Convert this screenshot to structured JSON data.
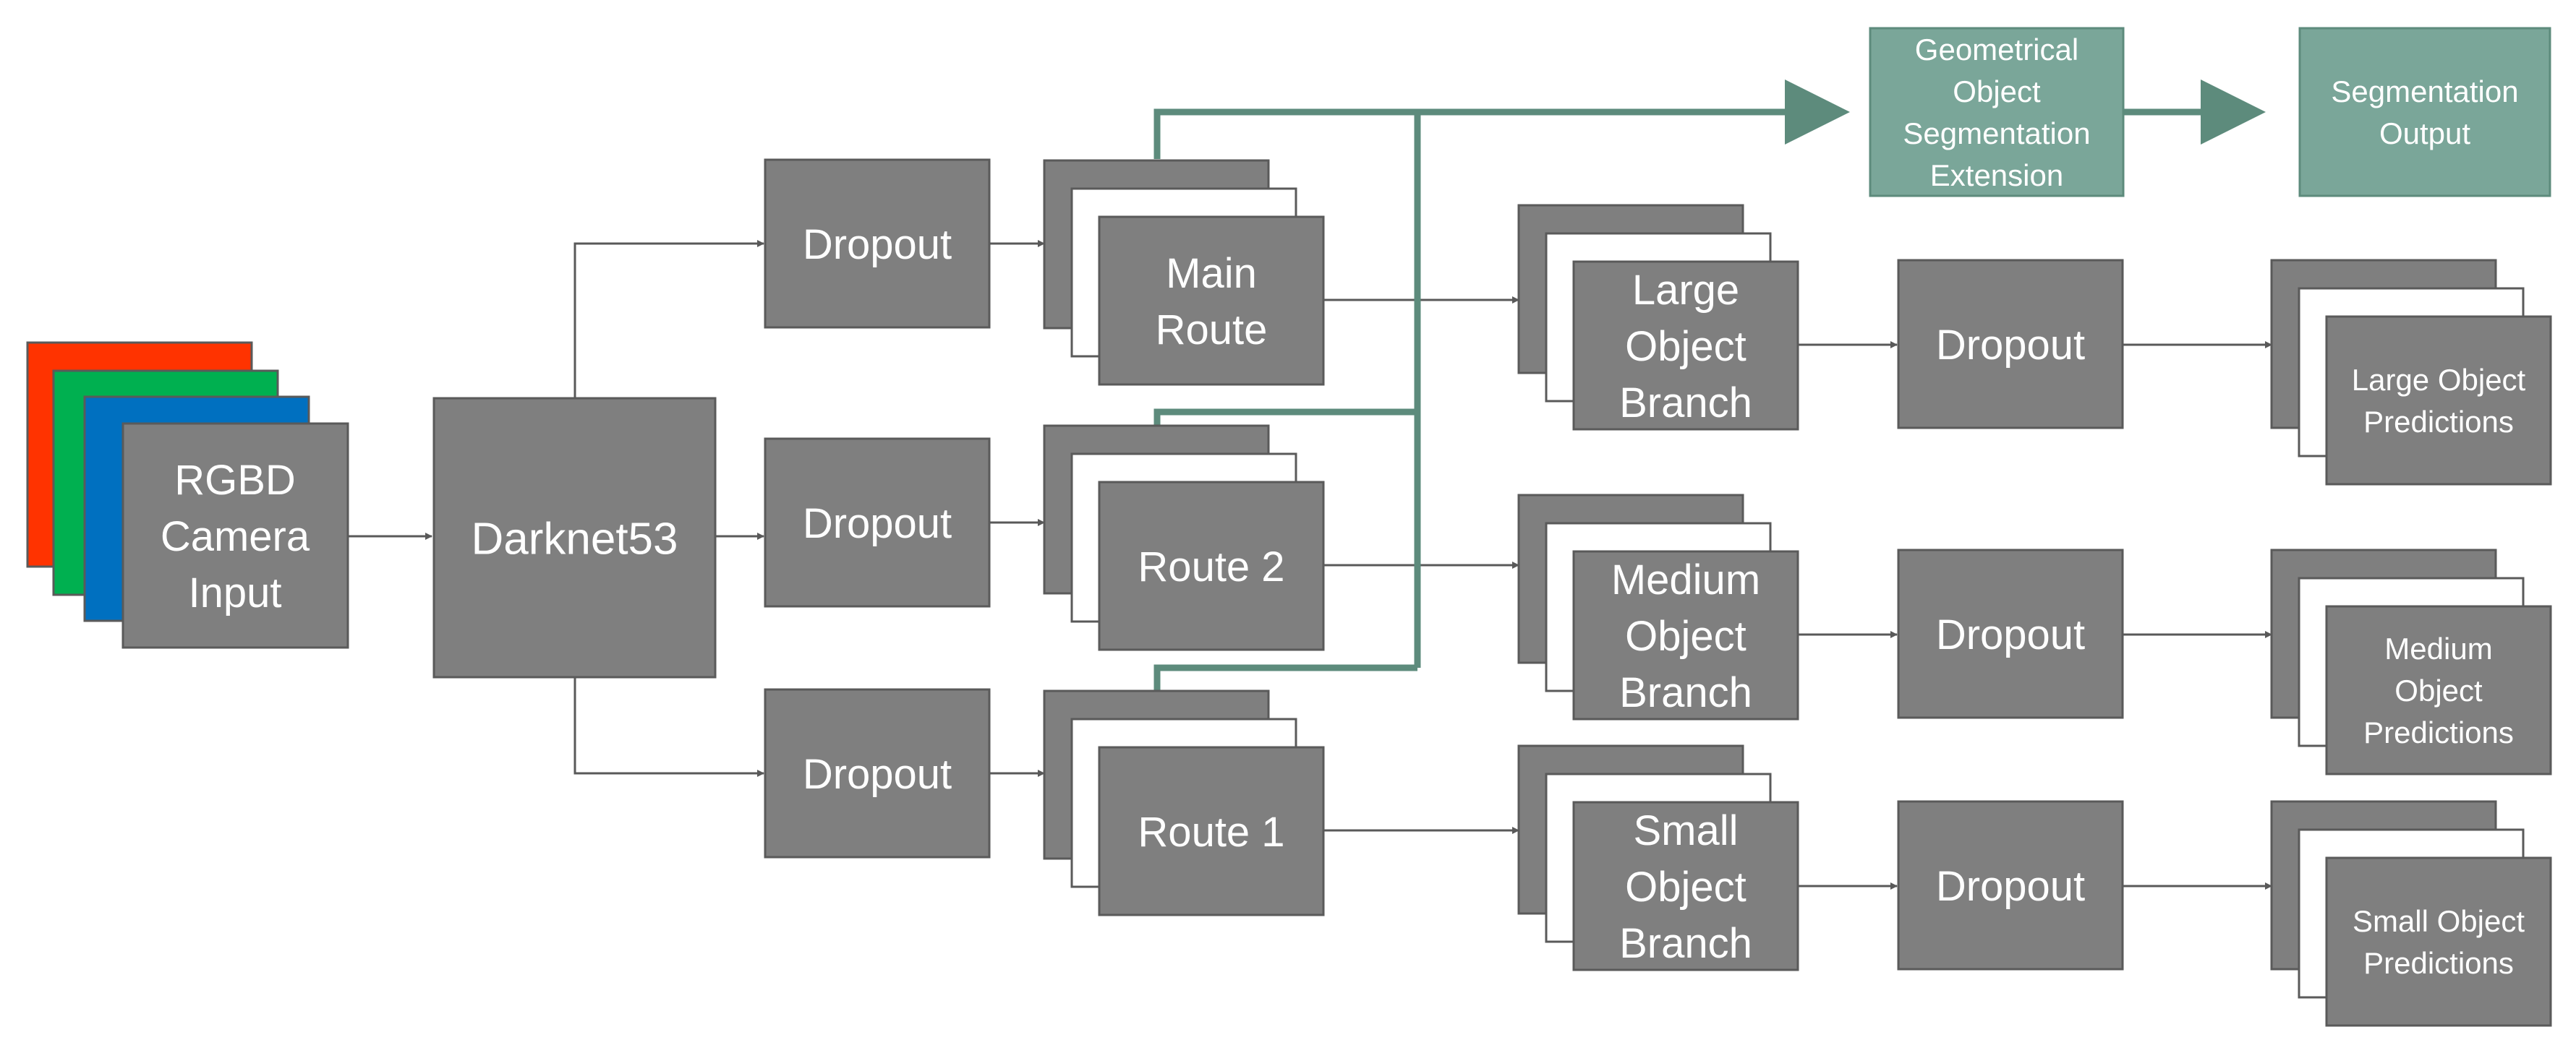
{
  "colors": {
    "block": "#7f7f7f",
    "block_border": "#5a5a5a",
    "teal": "#7aa699",
    "teal_line": "#5d8b7c",
    "arrow": "#595959",
    "red": "#ff3300",
    "green": "#00b050",
    "blue": "#0070c0"
  },
  "input": {
    "label": [
      "RGBD",
      "Camera",
      "Input"
    ]
  },
  "backbone": {
    "label": [
      "Darknet53"
    ]
  },
  "dropouts": [
    {
      "label": [
        "Dropout"
      ]
    },
    {
      "label": [
        "Dropout"
      ]
    },
    {
      "label": [
        "Dropout"
      ]
    }
  ],
  "routes": [
    {
      "label": [
        "Main",
        "Route"
      ]
    },
    {
      "label": [
        "Route 2"
      ]
    },
    {
      "label": [
        "Route 1"
      ]
    }
  ],
  "branches": [
    {
      "label": [
        "Large",
        "Object",
        "Branch"
      ]
    },
    {
      "label": [
        "Medium",
        "Object",
        "Branch"
      ]
    },
    {
      "label": [
        "Small",
        "Object",
        "Branch"
      ]
    }
  ],
  "branch_dropouts": [
    {
      "label": [
        "Dropout"
      ]
    },
    {
      "label": [
        "Dropout"
      ]
    },
    {
      "label": [
        "Dropout"
      ]
    }
  ],
  "predictions": [
    {
      "label": [
        "Large Object",
        "Predictions"
      ]
    },
    {
      "label": [
        "Medium",
        "Object",
        "Predictions"
      ]
    },
    {
      "label": [
        "Small Object",
        "Predictions"
      ]
    }
  ],
  "segmentation_extension": {
    "label": [
      "Geometrical",
      "Object",
      "Segmentation",
      "Extension"
    ]
  },
  "segmentation_output": {
    "label": [
      "Segmentation",
      "Output"
    ]
  }
}
